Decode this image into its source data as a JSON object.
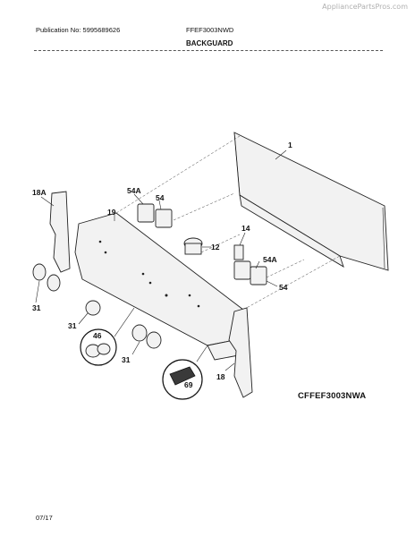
{
  "watermark": "AppliancePartsPros.com",
  "header": {
    "publication": "Publication No: 5995689626",
    "model": "FFEF3003NWD",
    "section_title": "BACKGUARD"
  },
  "callouts": {
    "c1": "1",
    "c18a": "18A",
    "c54a_top": "54A",
    "c54_top": "54",
    "c19": "19",
    "c14": "14",
    "c12": "12",
    "c54a_right": "54A",
    "c54_right": "54",
    "c31_left": "31",
    "c31_mid": "31",
    "c31_bottom": "31",
    "c46": "46",
    "c69": "69",
    "c18": "18"
  },
  "figure_code": "CFFEF3003NWA",
  "footer_date": "07/17"
}
